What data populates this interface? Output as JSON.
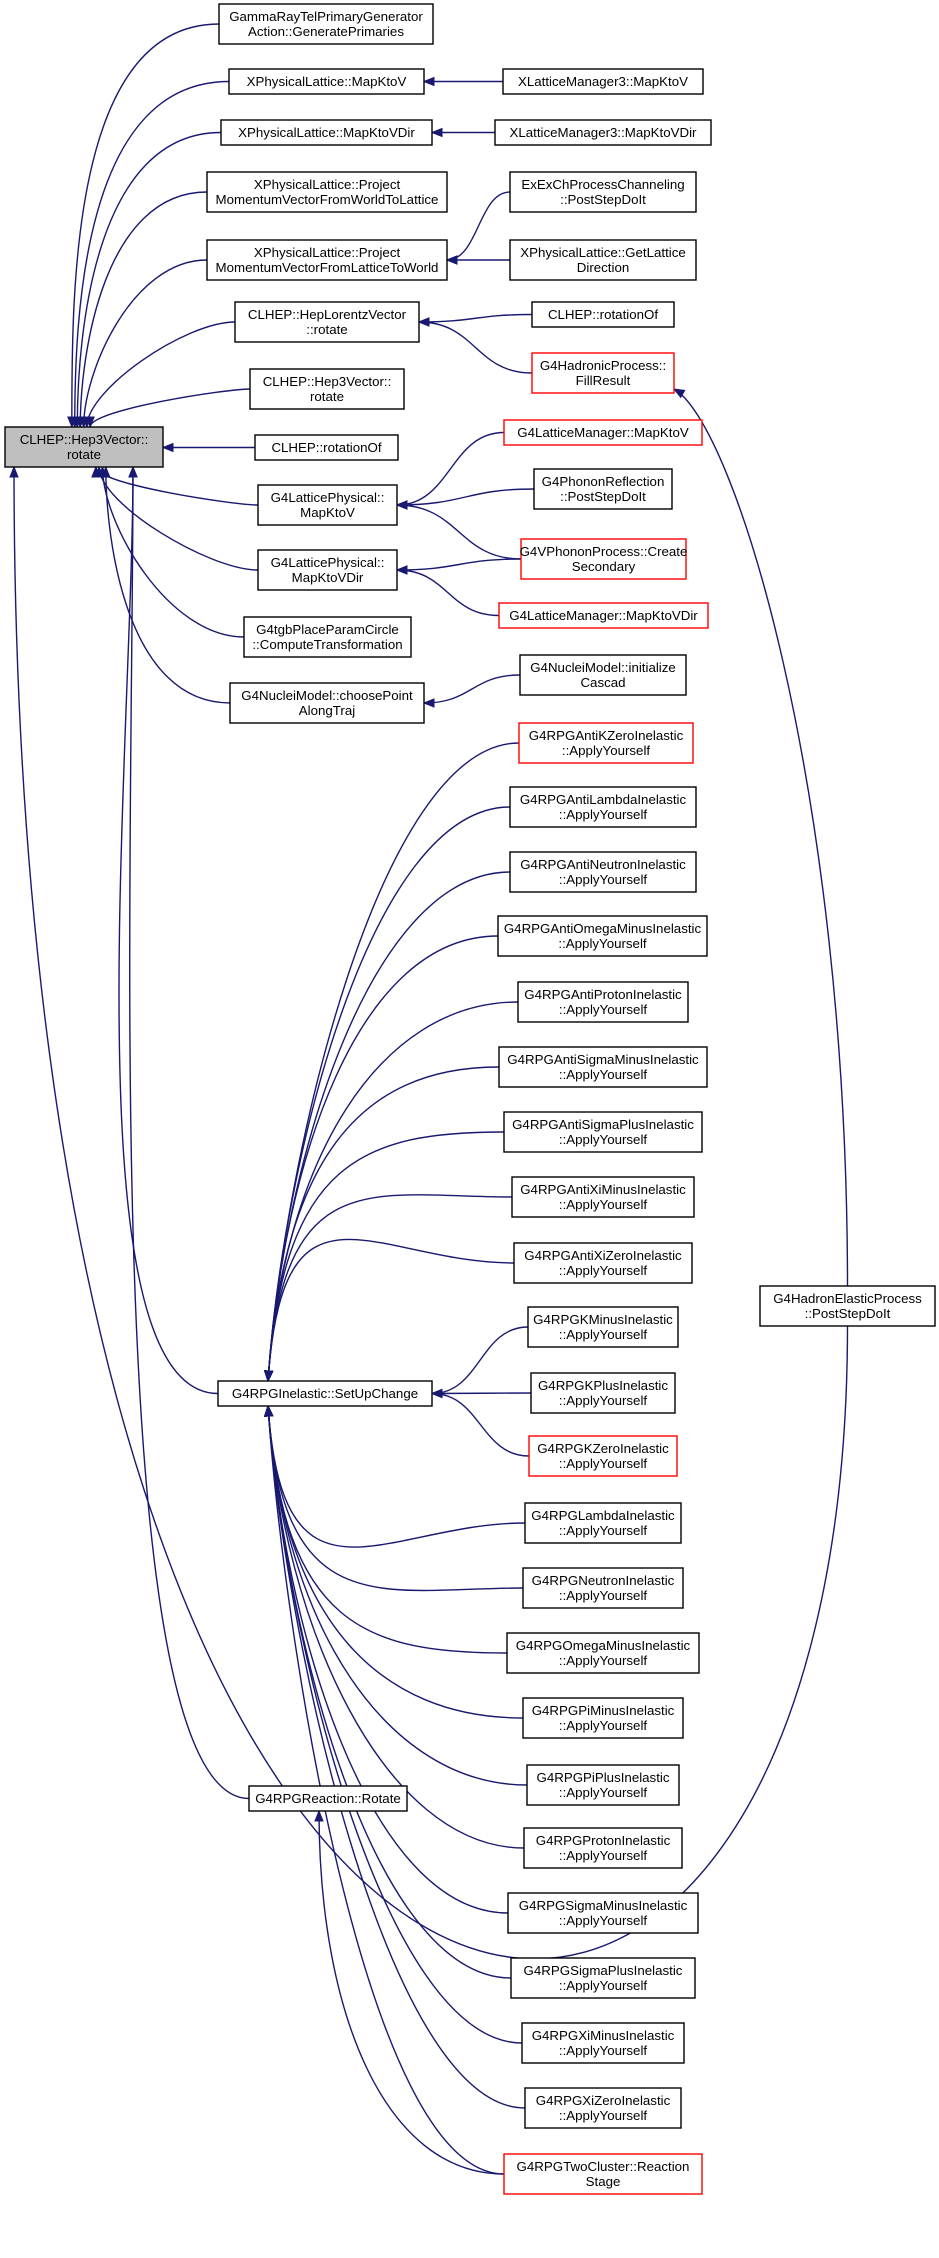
{
  "nodes": [
    {
      "id": "root",
      "lines": [
        "CLHEP::Hep3Vector::",
        "rotate"
      ],
      "style": "root"
    },
    {
      "id": "gamma",
      "lines": [
        "GammaRayTelPrimaryGenerator",
        "Action::GeneratePrimaries"
      ],
      "style": "normal"
    },
    {
      "id": "xpl_mapktov",
      "lines": [
        "XPhysicalLattice::MapKtoV"
      ],
      "style": "normal"
    },
    {
      "id": "xpl_mapktovdir",
      "lines": [
        "XPhysicalLattice::MapKtoVDir"
      ],
      "style": "normal"
    },
    {
      "id": "xpl_proj_w2l",
      "lines": [
        "XPhysicalLattice::Project",
        "MomentumVectorFromWorldToLattice"
      ],
      "style": "normal"
    },
    {
      "id": "xpl_proj_l2w",
      "lines": [
        "XPhysicalLattice::Project",
        "MomentumVectorFromLatticeToWorld"
      ],
      "style": "normal"
    },
    {
      "id": "clhep_hlv_rotate",
      "lines": [
        "CLHEP::HepLorentzVector",
        "::rotate"
      ],
      "style": "normal"
    },
    {
      "id": "clhep_h3v_rotate",
      "lines": [
        "CLHEP::Hep3Vector::",
        "rotate"
      ],
      "style": "normal"
    },
    {
      "id": "clhep_rotationof1",
      "lines": [
        "CLHEP::rotationOf"
      ],
      "style": "normal"
    },
    {
      "id": "g4lp_mapktov",
      "lines": [
        "G4LatticePhysical::",
        "MapKtoV"
      ],
      "style": "normal"
    },
    {
      "id": "g4lp_mapktovdir",
      "lines": [
        "G4LatticePhysical::",
        "MapKtoVDir"
      ],
      "style": "normal"
    },
    {
      "id": "g4tgb",
      "lines": [
        "G4tgbPlaceParamCircle",
        "::ComputeTransformation"
      ],
      "style": "normal"
    },
    {
      "id": "g4nm_choose",
      "lines": [
        "G4NucleiModel::choosePoint",
        "AlongTraj"
      ],
      "style": "normal"
    },
    {
      "id": "g4rpg_setup",
      "lines": [
        "G4RPGInelastic::SetUpChange"
      ],
      "style": "normal"
    },
    {
      "id": "g4rpg_rotate",
      "lines": [
        "G4RPGReaction::Rotate"
      ],
      "style": "normal"
    },
    {
      "id": "xlm3_mapktov",
      "lines": [
        "XLatticeManager3::MapKtoV"
      ],
      "style": "normal"
    },
    {
      "id": "xlm3_mapktovdir",
      "lines": [
        "XLatticeManager3::MapKtoVDir"
      ],
      "style": "normal"
    },
    {
      "id": "exexch",
      "lines": [
        "ExExChProcessChanneling",
        "::PostStepDoIt"
      ],
      "style": "normal"
    },
    {
      "id": "xpl_getlattdir",
      "lines": [
        "XPhysicalLattice::GetLattice",
        "Direction"
      ],
      "style": "normal"
    },
    {
      "id": "clhep_rotationof2",
      "lines": [
        "CLHEP::rotationOf"
      ],
      "style": "normal"
    },
    {
      "id": "g4hp_fillresult",
      "lines": [
        "G4HadronicProcess::",
        "FillResult"
      ],
      "style": "red"
    },
    {
      "id": "g4lm_mapktov",
      "lines": [
        "G4LatticeManager::MapKtoV"
      ],
      "style": "red"
    },
    {
      "id": "g4phonon_refl",
      "lines": [
        "G4PhononReflection",
        "::PostStepDoIt"
      ],
      "style": "normal"
    },
    {
      "id": "g4vphonon",
      "lines": [
        "G4VPhononProcess::Create",
        "Secondary"
      ],
      "style": "red"
    },
    {
      "id": "g4lm_mapktovdir",
      "lines": [
        "G4LatticeManager::MapKtoVDir"
      ],
      "style": "red"
    },
    {
      "id": "g4nm_init",
      "lines": [
        "G4NucleiModel::initialize",
        "Cascad"
      ],
      "style": "normal"
    },
    {
      "id": "ap_antikzero",
      "lines": [
        "G4RPGAntiKZeroInelastic",
        "::ApplyYourself"
      ],
      "style": "red"
    },
    {
      "id": "ap_antilambda",
      "lines": [
        "G4RPGAntiLambdaInelastic",
        "::ApplyYourself"
      ],
      "style": "normal"
    },
    {
      "id": "ap_antineutron",
      "lines": [
        "G4RPGAntiNeutronInelastic",
        "::ApplyYourself"
      ],
      "style": "normal"
    },
    {
      "id": "ap_antiomega",
      "lines": [
        "G4RPGAntiOmegaMinusInelastic",
        "::ApplyYourself"
      ],
      "style": "normal"
    },
    {
      "id": "ap_antiproton",
      "lines": [
        "G4RPGAntiProtonInelastic",
        "::ApplyYourself"
      ],
      "style": "normal"
    },
    {
      "id": "ap_antisigmaminus",
      "lines": [
        "G4RPGAntiSigmaMinusInelastic",
        "::ApplyYourself"
      ],
      "style": "normal"
    },
    {
      "id": "ap_antisigmaplus",
      "lines": [
        "G4RPGAntiSigmaPlusInelastic",
        "::ApplyYourself"
      ],
      "style": "normal"
    },
    {
      "id": "ap_antiximinus",
      "lines": [
        "G4RPGAntiXiMinusInelastic",
        "::ApplyYourself"
      ],
      "style": "normal"
    },
    {
      "id": "ap_antixizero",
      "lines": [
        "G4RPGAntiXiZeroInelastic",
        "::ApplyYourself"
      ],
      "style": "normal"
    },
    {
      "id": "ap_kminus",
      "lines": [
        "G4RPGKMinusInelastic",
        "::ApplyYourself"
      ],
      "style": "normal"
    },
    {
      "id": "ap_kplus",
      "lines": [
        "G4RPGKPlusInelastic",
        "::ApplyYourself"
      ],
      "style": "normal"
    },
    {
      "id": "ap_kzero",
      "lines": [
        "G4RPGKZeroInelastic",
        "::ApplyYourself"
      ],
      "style": "red"
    },
    {
      "id": "ap_lambda",
      "lines": [
        "G4RPGLambdaInelastic",
        "::ApplyYourself"
      ],
      "style": "normal"
    },
    {
      "id": "ap_neutron",
      "lines": [
        "G4RPGNeutronInelastic",
        "::ApplyYourself"
      ],
      "style": "normal"
    },
    {
      "id": "ap_omegaminus",
      "lines": [
        "G4RPGOmegaMinusInelastic",
        "::ApplyYourself"
      ],
      "style": "normal"
    },
    {
      "id": "ap_piminus",
      "lines": [
        "G4RPGPiMinusInelastic",
        "::ApplyYourself"
      ],
      "style": "normal"
    },
    {
      "id": "ap_piplus",
      "lines": [
        "G4RPGPiPlusInelastic",
        "::ApplyYourself"
      ],
      "style": "normal"
    },
    {
      "id": "ap_proton",
      "lines": [
        "G4RPGProtonInelastic",
        "::ApplyYourself"
      ],
      "style": "normal"
    },
    {
      "id": "ap_sigmaminus",
      "lines": [
        "G4RPGSigmaMinusInelastic",
        "::ApplyYourself"
      ],
      "style": "normal"
    },
    {
      "id": "ap_sigmaplus",
      "lines": [
        "G4RPGSigmaPlusInelastic",
        "::ApplyYourself"
      ],
      "style": "normal"
    },
    {
      "id": "ap_ximinus",
      "lines": [
        "G4RPGXiMinusInelastic",
        "::ApplyYourself"
      ],
      "style": "normal"
    },
    {
      "id": "ap_xizero",
      "lines": [
        "G4RPGXiZeroInelastic",
        "::ApplyYourself"
      ],
      "style": "normal"
    },
    {
      "id": "g4rpg_twocluster",
      "lines": [
        "G4RPGTwoCluster::Reaction",
        "Stage"
      ],
      "style": "red"
    },
    {
      "id": "g4hadronelastic",
      "lines": [
        "G4HadronElasticProcess",
        "::PostStepDoIt"
      ],
      "style": "normal"
    }
  ],
  "edges": [
    {
      "from": "gamma",
      "to": "root"
    },
    {
      "from": "xpl_mapktov",
      "to": "root"
    },
    {
      "from": "xpl_mapktovdir",
      "to": "root"
    },
    {
      "from": "xpl_proj_w2l",
      "to": "root"
    },
    {
      "from": "xpl_proj_l2w",
      "to": "root"
    },
    {
      "from": "clhep_hlv_rotate",
      "to": "root"
    },
    {
      "from": "clhep_h3v_rotate",
      "to": "root"
    },
    {
      "from": "clhep_rotationof1",
      "to": "root"
    },
    {
      "from": "g4lp_mapktov",
      "to": "root"
    },
    {
      "from": "g4lp_mapktovdir",
      "to": "root"
    },
    {
      "from": "g4tgb",
      "to": "root"
    },
    {
      "from": "g4nm_choose",
      "to": "root"
    },
    {
      "from": "g4rpg_setup",
      "to": "root"
    },
    {
      "from": "g4rpg_rotate",
      "to": "root"
    },
    {
      "from": "g4hadronelastic",
      "to": "root"
    },
    {
      "from": "xlm3_mapktov",
      "to": "xpl_mapktov"
    },
    {
      "from": "xlm3_mapktovdir",
      "to": "xpl_mapktovdir"
    },
    {
      "from": "exexch",
      "to": "xpl_proj_l2w"
    },
    {
      "from": "xpl_getlattdir",
      "to": "xpl_proj_l2w"
    },
    {
      "from": "clhep_rotationof2",
      "to": "clhep_hlv_rotate"
    },
    {
      "from": "g4hp_fillresult",
      "to": "clhep_hlv_rotate"
    },
    {
      "from": "g4hadronelastic",
      "to": "g4hp_fillresult"
    },
    {
      "from": "g4lm_mapktov",
      "to": "g4lp_mapktov"
    },
    {
      "from": "g4phonon_refl",
      "to": "g4lp_mapktov"
    },
    {
      "from": "g4vphonon",
      "to": "g4lp_mapktov"
    },
    {
      "from": "g4vphonon",
      "to": "g4lp_mapktovdir"
    },
    {
      "from": "g4lm_mapktovdir",
      "to": "g4lp_mapktovdir"
    },
    {
      "from": "g4nm_init",
      "to": "g4nm_choose"
    },
    {
      "from": "ap_antikzero",
      "to": "g4rpg_setup"
    },
    {
      "from": "ap_antilambda",
      "to": "g4rpg_setup"
    },
    {
      "from": "ap_antineutron",
      "to": "g4rpg_setup"
    },
    {
      "from": "ap_antiomega",
      "to": "g4rpg_setup"
    },
    {
      "from": "ap_antiproton",
      "to": "g4rpg_setup"
    },
    {
      "from": "ap_antisigmaminus",
      "to": "g4rpg_setup"
    },
    {
      "from": "ap_antisigmaplus",
      "to": "g4rpg_setup"
    },
    {
      "from": "ap_antiximinus",
      "to": "g4rpg_setup"
    },
    {
      "from": "ap_antixizero",
      "to": "g4rpg_setup"
    },
    {
      "from": "ap_kminus",
      "to": "g4rpg_setup"
    },
    {
      "from": "ap_kplus",
      "to": "g4rpg_setup"
    },
    {
      "from": "ap_kzero",
      "to": "g4rpg_setup"
    },
    {
      "from": "ap_lambda",
      "to": "g4rpg_setup"
    },
    {
      "from": "ap_neutron",
      "to": "g4rpg_setup"
    },
    {
      "from": "ap_omegaminus",
      "to": "g4rpg_setup"
    },
    {
      "from": "ap_piminus",
      "to": "g4rpg_setup"
    },
    {
      "from": "ap_piplus",
      "to": "g4rpg_setup"
    },
    {
      "from": "ap_proton",
      "to": "g4rpg_setup"
    },
    {
      "from": "ap_sigmaminus",
      "to": "g4rpg_setup"
    },
    {
      "from": "ap_sigmaplus",
      "to": "g4rpg_setup"
    },
    {
      "from": "ap_ximinus",
      "to": "g4rpg_setup"
    },
    {
      "from": "ap_xizero",
      "to": "g4rpg_setup"
    },
    {
      "from": "g4rpg_twocluster",
      "to": "g4rpg_setup"
    },
    {
      "from": "g4rpg_twocluster",
      "to": "g4rpg_rotate"
    }
  ],
  "colors": {
    "edge": "#191970",
    "node_border": "#000000",
    "highlight_border": "#ff0000",
    "root_fill": "#bfbfbf"
  }
}
